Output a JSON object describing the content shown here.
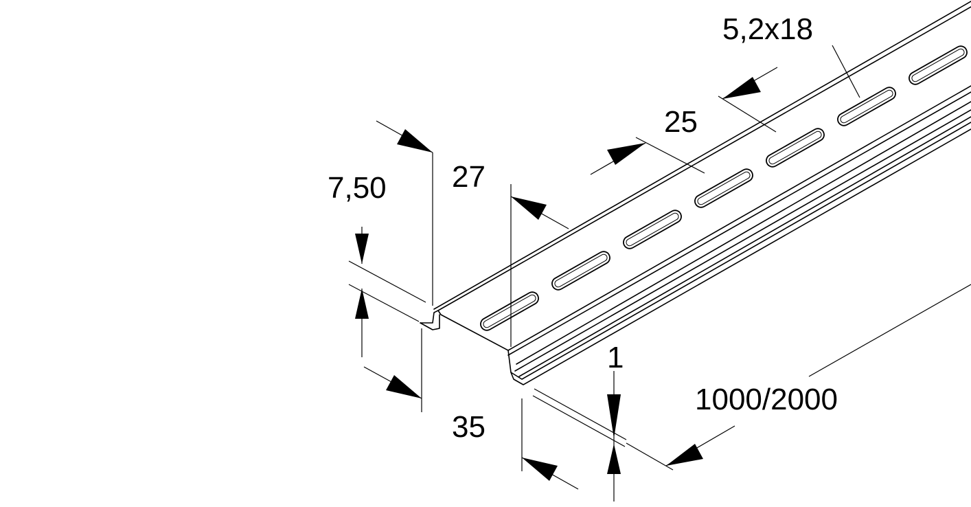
{
  "dimensions": {
    "slot": "5,2x18",
    "pitch": "25",
    "width_top": "27",
    "height": "7,50",
    "width_bottom": "35",
    "thickness": "1",
    "length": "1000/2000"
  },
  "colors": {
    "line": "#000000",
    "background": "#ffffff"
  }
}
